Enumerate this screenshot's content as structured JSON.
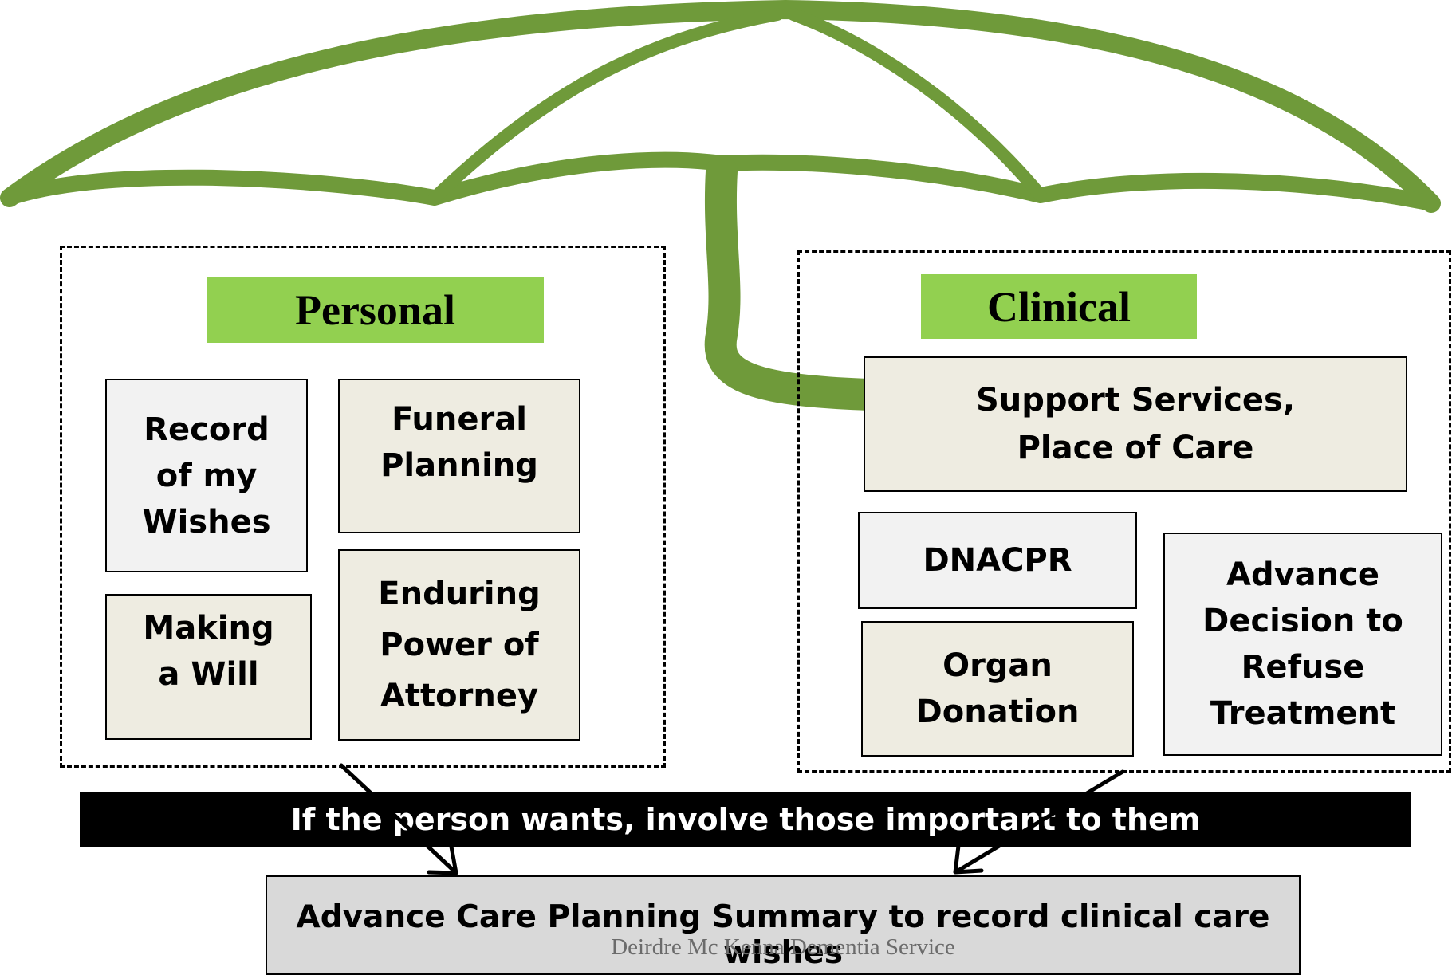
{
  "personal": {
    "title": "Personal",
    "record": "Record\nof my\nWishes",
    "funeral": "Funeral\nPlanning",
    "will": "Making\na Will",
    "enduring": "Enduring\nPower of\nAttorney"
  },
  "clinical": {
    "title": "Clinical",
    "support": "Support Services,\nPlace of Care",
    "dnacpr": "DNACPR",
    "organ": "Organ\nDonation",
    "advance": "Advance\nDecision to\nRefuse\nTreatment"
  },
  "banner": "If the person wants, involve those important to them",
  "summary": {
    "text": "Advance Care Planning Summary  to record clinical care wishes",
    "credit": "Deirdre Mc Kenna Dementia Service"
  },
  "colors": {
    "umbrella": "#6f9a3a",
    "header": "#92d050",
    "tan_box": "#eeece1",
    "grey_box": "#f2f2f2"
  }
}
